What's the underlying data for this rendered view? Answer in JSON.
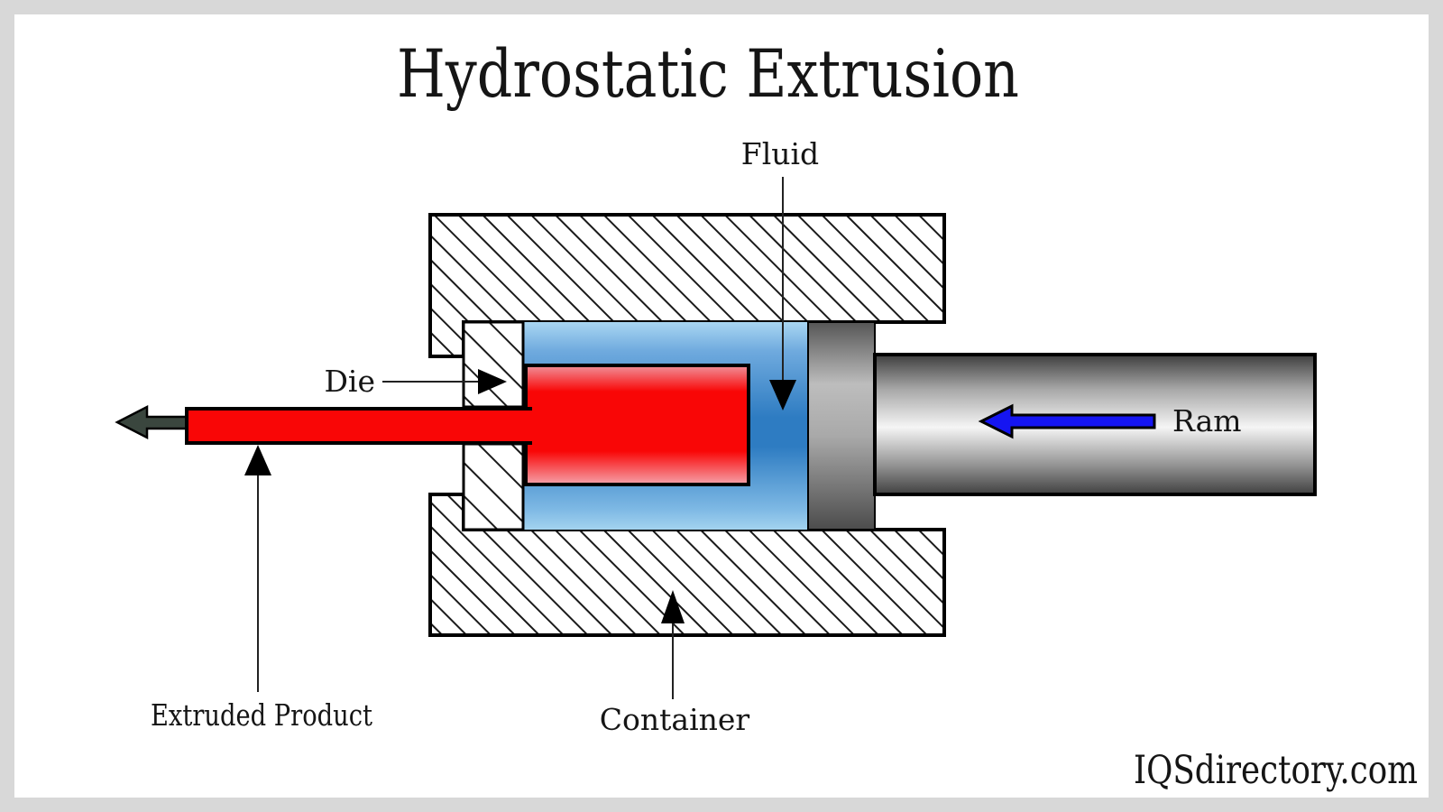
{
  "title": "Hydrostatic Extrusion",
  "watermark": "IQSdirectory.com",
  "labels": {
    "fluid": "Fluid",
    "die": "Die",
    "ram": "Ram",
    "extruded_product": "Extruded Product",
    "container": "Container"
  },
  "colors": {
    "text_color": "#151515",
    "frame_gray": "#d8d8d8",
    "hatch_line": "#1a1a1a",
    "fluid_blue": "#2e7cc2",
    "fluid_blue_light": "#a9d6f2",
    "billet_red": "#f90606",
    "billet_pink_edge": "#f0929b",
    "ram_arrow_blue": "#1515f2",
    "extrude_arrow_green": "#3a463e",
    "piston_gray": "#a9a9a9",
    "ram_shaft_light": "#f5f5f5",
    "outline_black": "#000000"
  }
}
